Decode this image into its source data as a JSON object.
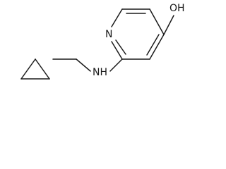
{
  "molecule": {
    "atoms": {
      "ring_n": "N",
      "amine_nh": "NH",
      "hydroxyl_oh": "OH"
    }
  },
  "colors": {
    "bond": "#1a1a1a",
    "label": "#1a1a1a",
    "background": "#ffffff"
  }
}
